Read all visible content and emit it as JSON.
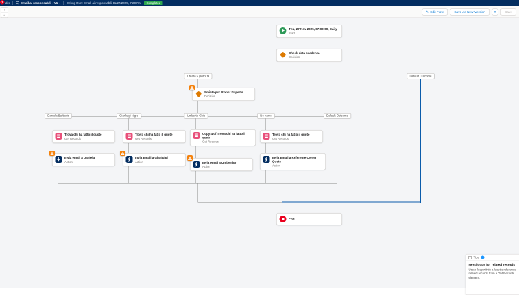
{
  "colors": {
    "header_bg": "#032d60",
    "completed_green": "#2fa84f",
    "path_blue": "#0b5cab",
    "connector_gray": "#8a8a8a",
    "decision_orange": "#dd7a01",
    "data_pink": "#e8507a",
    "action_navy": "#032d60",
    "start_green": "#2e9a58",
    "end_red": "#ea001e",
    "warning_orange": "#f5820c",
    "link_blue": "#0176d3"
  },
  "notification": {
    "count": "1"
  },
  "header": {
    "app_fragment": "der",
    "flow_title": "Email ai responsabili - V1",
    "debug_run": "Debug Run: Email ai responsabili 11/27/2025, 7:20 PM",
    "status": "Completed"
  },
  "toolbar": {
    "zoom_in": "+",
    "zoom_out": "−",
    "edit_flow": "Edit Flow",
    "save_as_new_version": "Save As New Version",
    "save": "Save"
  },
  "flow": {
    "start": {
      "title": "Thu, 27 Nov 2025, 07:00:00, Daily",
      "subtitle": "Start"
    },
    "check_decision": {
      "title": "Check data scadenza",
      "subtitle": "Decision"
    },
    "outcome_left": "Creato 5 giorni fa",
    "outcome_right": "Default Outcome",
    "smista_decision": {
      "title": "Smista per Owner Reparto",
      "subtitle": "Decision"
    },
    "outcomes": [
      "Daniela Barberis",
      "Gianluigi Nigra",
      "Umberto Ghio",
      "No-name",
      "Default Outcome"
    ],
    "get_records": [
      {
        "title": "Trova chi ha fatto il quote",
        "subtitle": "Get Records"
      },
      {
        "title": "Trova chi ha fatto il quote",
        "subtitle": "Get Records"
      },
      {
        "title": "Copy 4 of Trova chi ha fatto il quote",
        "subtitle": "Get Records"
      },
      {
        "title": "Trova chi ha fatto il quote",
        "subtitle": "Get Records"
      }
    ],
    "actions": [
      {
        "title": "Invia email a Daniela",
        "subtitle": "Action"
      },
      {
        "title": "Invia Email a Gianluigi",
        "subtitle": "Action"
      },
      {
        "title": "Invia email a Umbertito",
        "subtitle": "Action"
      },
      {
        "title": "Invia Email a Referente Owner Quote",
        "subtitle": "Action"
      }
    ],
    "end": {
      "title": "End"
    }
  },
  "tips": {
    "header": "Tips",
    "title": "Nest loops for related records",
    "body": "Use a loop within a loop to reference related records from a Get Records element."
  }
}
